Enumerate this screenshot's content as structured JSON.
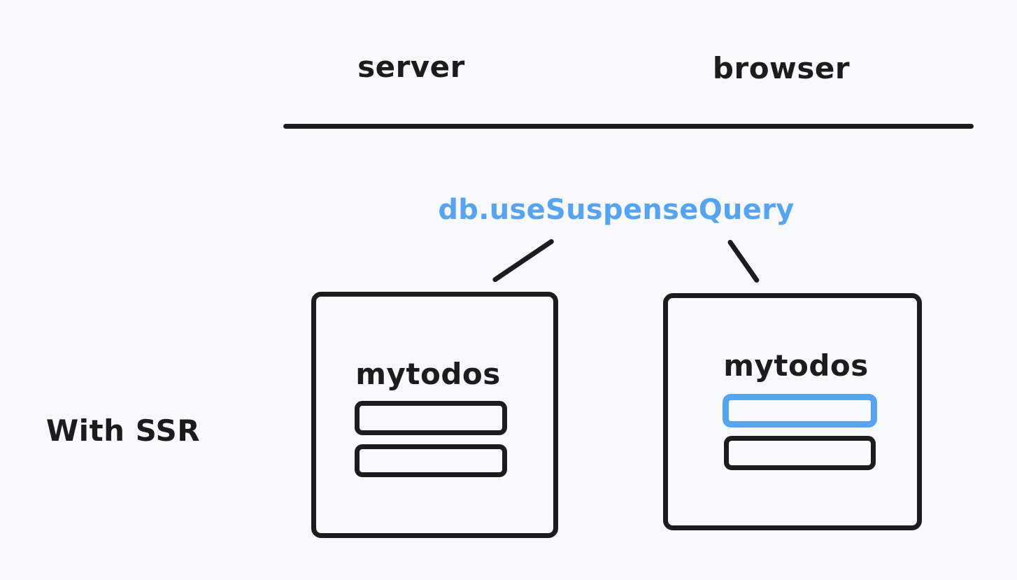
{
  "diagram": {
    "title_row_label": "With SSR",
    "accent_color": "#56a3f0",
    "ink_color": "#1c1c1e",
    "background_color": "#f7f9fc",
    "columns": [
      {
        "id": "server",
        "label": "server"
      },
      {
        "id": "browser",
        "label": "browser"
      }
    ],
    "api_label": "db.useSuspenseQuery",
    "panels": [
      {
        "id": "server-panel",
        "column": "server",
        "title": "mytodos",
        "items": [
          {
            "id": "server-todo-1",
            "state": "default"
          },
          {
            "id": "server-todo-2",
            "state": "default"
          }
        ]
      },
      {
        "id": "browser-panel",
        "column": "browser",
        "title": "mytodos",
        "items": [
          {
            "id": "browser-todo-1",
            "state": "highlighted"
          },
          {
            "id": "browser-todo-2",
            "state": "default"
          }
        ]
      }
    ]
  }
}
